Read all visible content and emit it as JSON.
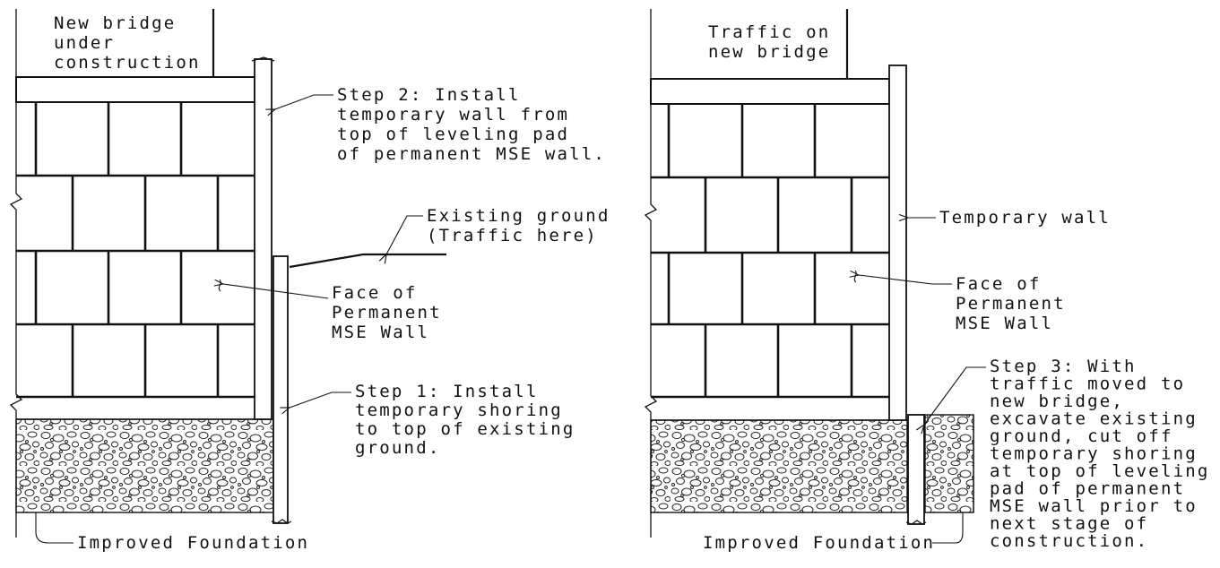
{
  "left_panel": {
    "bridge_label": [
      "New bridge",
      "under",
      "construction"
    ],
    "step2_label": [
      "Step 2: Install",
      "temporary wall from",
      "top of leveling pad",
      "of permanent MSE wall."
    ],
    "ground_label": [
      "Existing ground",
      "(Traffic here)"
    ],
    "face_label": [
      "Face of",
      "Permanent",
      "MSE Wall"
    ],
    "step1_label": [
      "Step 1: Install",
      "temporary shoring",
      "to top of existing",
      "ground."
    ],
    "foundation_label": "Improved Foundation"
  },
  "right_panel": {
    "bridge_label": [
      "Traffic on",
      "new bridge"
    ],
    "temp_wall_label": "Temporary wall",
    "face_label": [
      "Face of",
      "Permanent",
      "MSE Wall"
    ],
    "step3_label": [
      "Step 3: With",
      "traffic moved to",
      "new bridge,",
      "excavate existing",
      "ground, cut off",
      "temporary shoring",
      "at top of leveling",
      "pad of permanent",
      "MSE wall prior to",
      "next stage of",
      "construction."
    ],
    "foundation_label": "Improved Foundation"
  }
}
